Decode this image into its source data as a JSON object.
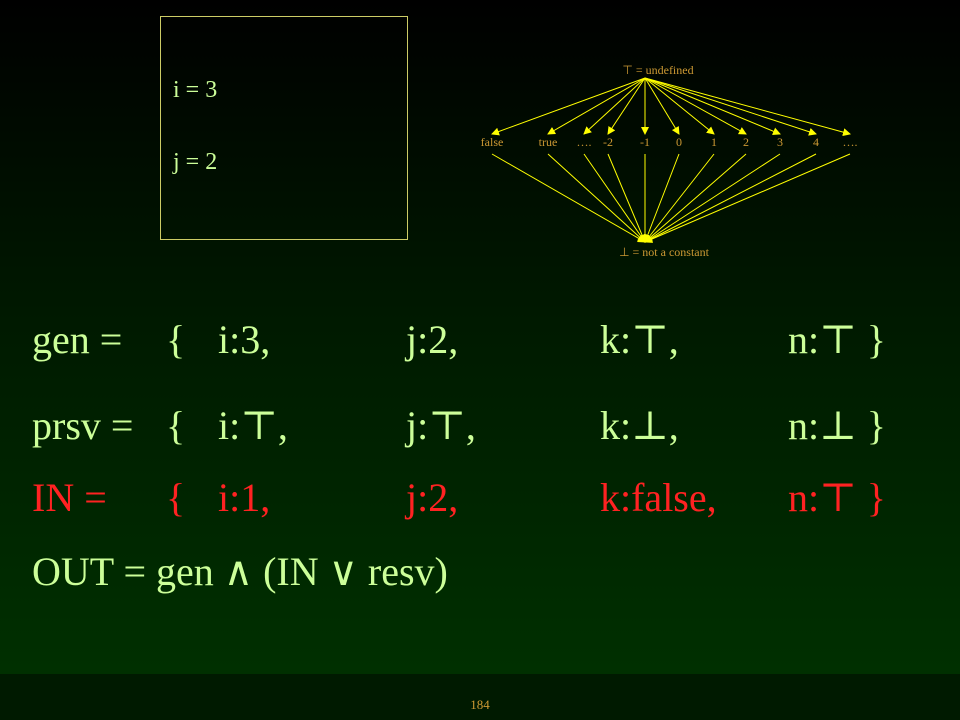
{
  "state_box": {
    "lines": [
      "i = 3",
      "j = 2"
    ]
  },
  "lattice": {
    "top_label": "⊤ = undefined",
    "bottom_label": "⊥ = not a constant",
    "nodes": [
      "false",
      "true",
      "….",
      "-2",
      "-1",
      "0",
      "1",
      "2",
      "3",
      "4",
      "…."
    ]
  },
  "equations": [
    {
      "name": "gen",
      "cells": [
        "gen =",
        "{",
        "i:3,",
        "j:2,",
        "k:⊤,",
        "n:⊤ }"
      ],
      "color": "#ccff99"
    },
    {
      "name": "prsv",
      "cells": [
        "prsv =",
        "{",
        "i:⊤,",
        "j:⊤,",
        "k:⊥,",
        "n:⊥ }"
      ],
      "color": "#ccff99"
    },
    {
      "name": "in",
      "cells": [
        "IN =",
        "{",
        "i:1,",
        "j:2,",
        "k:false,",
        "n:⊤ }"
      ],
      "color": "#ff2222"
    }
  ],
  "out_equation": "OUT = gen ∧ (IN ∨ resv)",
  "page_number": "184"
}
